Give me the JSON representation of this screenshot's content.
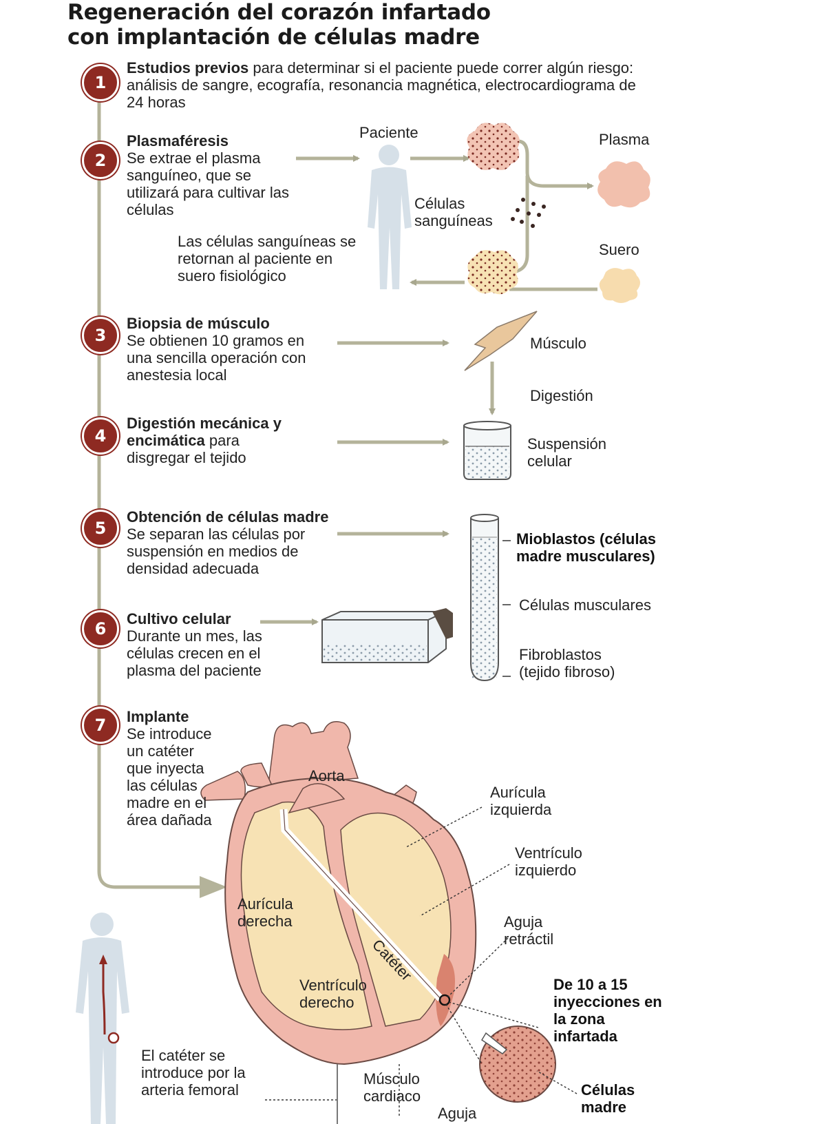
{
  "title": {
    "line1": "Regeneración del corazón infartado",
    "line2": "con implantación de células madre"
  },
  "steps": [
    {
      "number": "1",
      "title": "Estudios previos",
      "text": " para determinar si el paciente puede correr algún riesgo: análisis de sangre, ecografía, resonancia magnética, electrocardiograma de 24 horas"
    },
    {
      "number": "2",
      "title": "Plasmaféresis",
      "text": "Se extrae el plasma sanguíneo, que se utilizará para cultivar las células"
    },
    {
      "number": "3",
      "title": "Biopsia de músculo",
      "text": "Se obtienen 10 gramos en una sencilla operación con anestesia local"
    },
    {
      "number": "4",
      "title": "Digestión mecánica y encimática",
      "text": " para disgregar el tejido"
    },
    {
      "number": "5",
      "title": "Obtención de células madre",
      "text": "Se separan las células por suspensión en medios de densidad adecuada"
    },
    {
      "number": "6",
      "title": "Cultivo celular",
      "text": "Durante un mes, las células crecen en el plasma del paciente"
    },
    {
      "number": "7",
      "title": "Implante",
      "text": "Se introduce un catéter que inyecta las células madre en el área dañada"
    }
  ],
  "plasmapheresis": {
    "paciente": "Paciente",
    "plasma": "Plasma",
    "celulas_sanguineas": "Células sanguíneas",
    "suero": "Suero",
    "retorno": "Las células sanguíneas se retornan al paciente en suero fisiológico"
  },
  "biopsy": {
    "musculo": "Músculo",
    "digestion": "Digestión",
    "suspension": "Suspensión celular"
  },
  "tube": {
    "mioblastos": "Mioblastos (células madre musculares)",
    "musculares": "Células musculares",
    "fibroblastos": "Fibroblastos (tejido fibroso)"
  },
  "heart": {
    "aorta": "Aorta",
    "auricula_izquierda": "Aurícula izquierda",
    "ventriculo_izquierdo": "Ventrículo izquierdo",
    "auricula_derecha": "Aurícula derecha",
    "cateter": "Catéter",
    "ventriculo_derecho": "Ventrículo derecho",
    "aguja_retractil": "Aguja retráctil",
    "inyecciones": "De 10 a 15 inyecciones en la zona infartada",
    "musculo_cardiaco": "Músculo cardiaco",
    "aguja": "Aguja",
    "celulas_madre": "Células madre",
    "femoral": "El catéter se introduce por la arteria femoral"
  },
  "colors": {
    "accent": "#8e2a22",
    "arrow": "#b4b39a",
    "heart": "#f0b7ab",
    "heart_inner": "#f7e2b4",
    "figure": "#d6e0e8",
    "cell": "#f2c4b4"
  }
}
